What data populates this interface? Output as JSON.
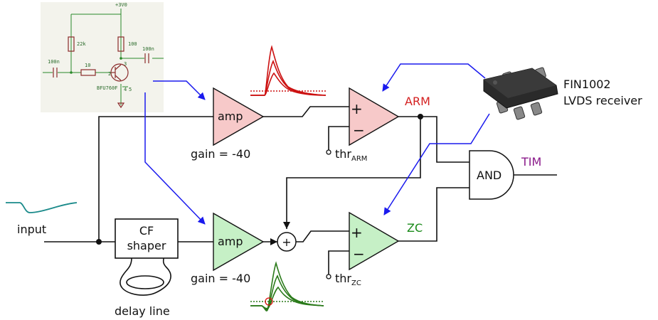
{
  "labels": {
    "input": "input",
    "shaper_line1": "CF",
    "shaper_line2": "shaper",
    "delay_line": "delay line",
    "amp_top": "amp",
    "amp_bottom": "amp",
    "gain_top": "gain = -40",
    "gain_bottom": "gain = -40",
    "sum": "+",
    "comp_plus": "+",
    "comp_minus": "−",
    "thr_base": "thr",
    "thr_top_sub": "ARM",
    "thr_bottom_sub": "ZC",
    "arm": "ARM",
    "zc": "ZC",
    "and_gate": "AND",
    "tim": "TIM",
    "chip_line1": "FIN1002",
    "chip_line2": "LVDS receiver"
  },
  "schematic": {
    "supply": "+3V0",
    "r1": "22k",
    "r2": "100",
    "c_in": "100n",
    "c_out": "100n",
    "r_base": "10",
    "transistor": "BFU760F",
    "pin2": "2",
    "pin3": "3",
    "pin_a": "4",
    "pin_b": "5"
  },
  "colors": {
    "amp_top_fill": "#f7c9c9",
    "amp_bottom_fill": "#c6f0c6",
    "comp_top_fill": "#f7c9c9",
    "comp_bottom_fill": "#c6f0c6",
    "arm_text": "#d42020",
    "zc_text": "#1a8a1a",
    "tim_text": "#8a1a8a",
    "arrow": "#1a1aee",
    "input_pulse": "#1a8a8a",
    "arm_pulse": "#cc1111",
    "zc_pulse": "#2a7a1a"
  }
}
